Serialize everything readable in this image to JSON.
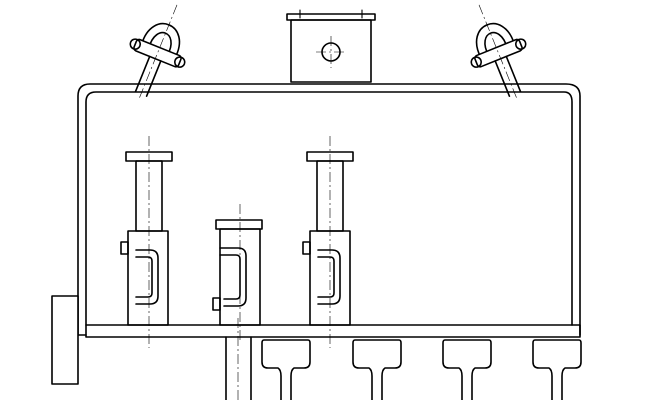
{
  "drawing": {
    "kind": "technical line drawing",
    "line_color": "#000000",
    "background": "#ffffff",
    "components": {
      "lifting_shackles": 2,
      "top_housing": 1,
      "frame": 1,
      "hydraulic_jacks": 3,
      "rails": 4,
      "side_block": 1
    }
  }
}
